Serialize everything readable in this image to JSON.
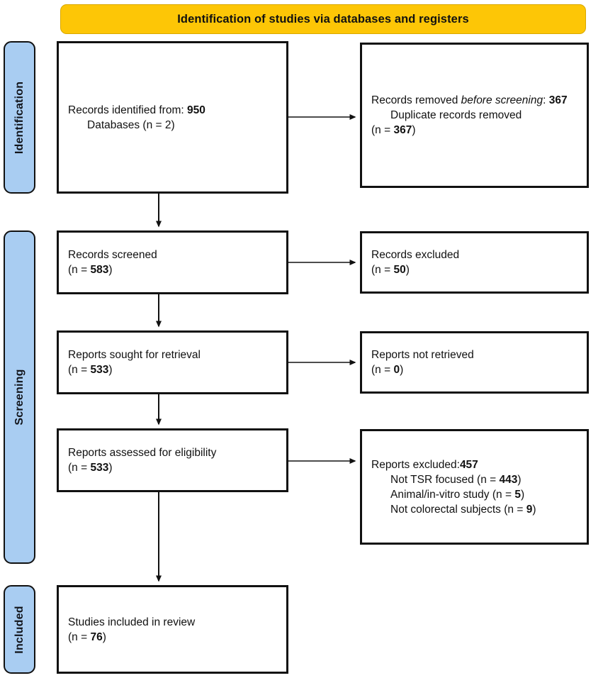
{
  "banner": {
    "title": "Identification of studies via databases and registers",
    "color": "#FDC606"
  },
  "stages": [
    {
      "id": "identification",
      "label": "Identification",
      "color": "#A9CDF2"
    },
    {
      "id": "screening",
      "label": "Screening",
      "color": "#A9CDF2"
    },
    {
      "id": "included",
      "label": "Included",
      "color": "#A9CDF2"
    }
  ],
  "boxes": {
    "records_identified": {
      "line1_pre": "Records identified from: ",
      "line1_num": "950",
      "line2": "Databases (n = 2)"
    },
    "records_removed": {
      "line1_pre": "Records removed ",
      "line1_italic": "before screening",
      "line1_post": ": ",
      "line1_num": "367",
      "line2": "Duplicate records removed",
      "line3_pre": "(n = ",
      "line3_num": "367",
      "line3_post": ")"
    },
    "records_screened": {
      "line1": "Records screened",
      "line2_pre": "(n = ",
      "line2_num": "583",
      "line2_post": ")"
    },
    "records_excluded": {
      "line1": "Records excluded",
      "line2_pre": "(n = ",
      "line2_num": "50",
      "line2_post": ")"
    },
    "reports_sought": {
      "line1": "Reports sought for retrieval",
      "line2_pre": "(n = ",
      "line2_num": "533",
      "line2_post": ")"
    },
    "reports_not_retrieved": {
      "line1": "Reports not retrieved",
      "line2_pre": "(n = ",
      "line2_num": "0",
      "line2_post": ")"
    },
    "reports_assessed": {
      "line1": "Reports assessed for eligibility",
      "line2_pre": "(n = ",
      "line2_num": "533",
      "line2_post": ")"
    },
    "reports_excluded": {
      "line1_pre": "Reports excluded:",
      "line1_num": "457",
      "reason1_pre": "Not TSR focused (n = ",
      "reason1_num": "443",
      "reason1_post": ")",
      "reason2_pre": "Animal/in-vitro study (n = ",
      "reason2_num": "5",
      "reason2_post": ")",
      "reason3_pre": "Not colorectal subjects (n = ",
      "reason3_num": "9",
      "reason3_post": ")"
    },
    "studies_included": {
      "line1": "Studies included in review",
      "line2_pre": "(n = ",
      "line2_num": "76",
      "line2_post": ")"
    }
  },
  "chart_data": {
    "type": "diagram",
    "title": "Identification of studies via databases and registers",
    "diagram_kind": "PRISMA 2020 flow diagram",
    "stages": [
      "Identification",
      "Screening",
      "Included"
    ],
    "nodes": [
      {
        "id": "records_identified",
        "stage": "Identification",
        "label": "Records identified from: Databases",
        "n": 950,
        "sources": 2
      },
      {
        "id": "records_removed",
        "stage": "Identification",
        "label": "Records removed before screening",
        "n": 367,
        "duplicate_records_removed": 367
      },
      {
        "id": "records_screened",
        "stage": "Screening",
        "label": "Records screened",
        "n": 583
      },
      {
        "id": "records_excluded",
        "stage": "Screening",
        "label": "Records excluded",
        "n": 50
      },
      {
        "id": "reports_sought",
        "stage": "Screening",
        "label": "Reports sought for retrieval",
        "n": 533
      },
      {
        "id": "reports_not_retrieved",
        "stage": "Screening",
        "label": "Reports not retrieved",
        "n": 0
      },
      {
        "id": "reports_assessed",
        "stage": "Screening",
        "label": "Reports assessed for eligibility",
        "n": 533
      },
      {
        "id": "reports_excluded",
        "stage": "Screening",
        "label": "Reports excluded",
        "n": 457,
        "reasons": [
          {
            "label": "Not TSR focused",
            "n": 443
          },
          {
            "label": "Animal/in-vitro study",
            "n": 5
          },
          {
            "label": "Not colorectal subjects",
            "n": 9
          }
        ]
      },
      {
        "id": "studies_included",
        "stage": "Included",
        "label": "Studies included in review",
        "n": 76
      }
    ],
    "edges": [
      {
        "from": "records_identified",
        "to": "records_removed",
        "direction": "right"
      },
      {
        "from": "records_identified",
        "to": "records_screened",
        "direction": "down"
      },
      {
        "from": "records_screened",
        "to": "records_excluded",
        "direction": "right"
      },
      {
        "from": "records_screened",
        "to": "reports_sought",
        "direction": "down"
      },
      {
        "from": "reports_sought",
        "to": "reports_not_retrieved",
        "direction": "right"
      },
      {
        "from": "reports_sought",
        "to": "reports_assessed",
        "direction": "down"
      },
      {
        "from": "reports_assessed",
        "to": "reports_excluded",
        "direction": "right"
      },
      {
        "from": "reports_assessed",
        "to": "studies_included",
        "direction": "down"
      }
    ]
  }
}
